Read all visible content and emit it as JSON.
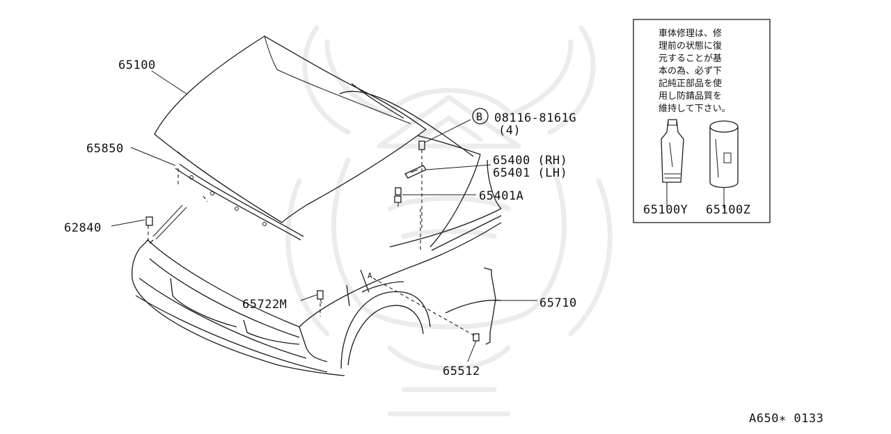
{
  "parts": {
    "hood": "65100",
    "hood_seal": "65850",
    "bumper_clip": "62840",
    "bolt_ref": "B",
    "bolt_part": "08116-8161G",
    "bolt_qty": "(4)",
    "hinge_rh": "65400 (RH)",
    "hinge_lh": "65401 (LH)",
    "hinge_bolt": "65401A",
    "hood_stay_clip": "65722M",
    "hood_stay": "65710",
    "stay_grommet": "65512"
  },
  "inset": {
    "note_lines": [
      "車体修理は、修",
      "理前の状態に復",
      "元することが基",
      "本の為、必ず下",
      "記純正部品を使",
      "用し防錆品質を",
      "維持して下さい。"
    ],
    "tube_part": "65100Y",
    "can_part": "65100Z"
  },
  "diagram_code": "A650∗ 0133",
  "callout_letter": "A"
}
